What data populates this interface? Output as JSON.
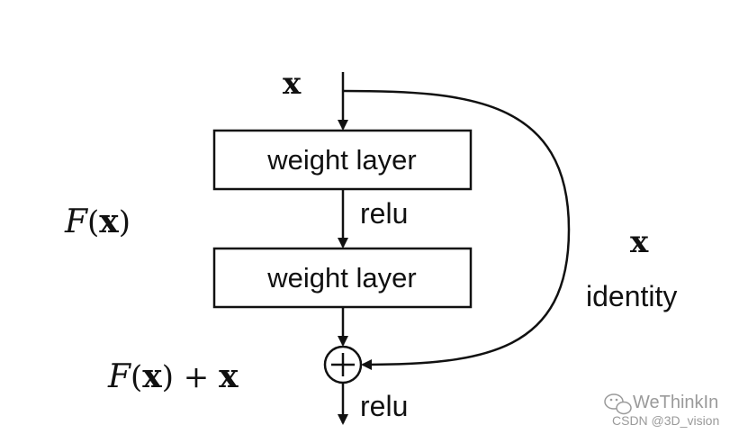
{
  "diagram": {
    "input_label": "x",
    "layer1_label": "weight layer",
    "layer2_label": "weight layer",
    "relu_mid_label": "relu",
    "relu_out_label": "relu",
    "residual_label": {
      "script_f": "F",
      "open": "(",
      "x": "x",
      "close": ")"
    },
    "sum_label": {
      "script_f": "F",
      "open": "(",
      "x": "x",
      "close": ")",
      "plus": " + ",
      "x2": "x"
    },
    "identity_x_label": "x",
    "identity_label": "identity",
    "sum_symbol": "+"
  },
  "watermark": {
    "brand": "WeThinkIn",
    "source": "CSDN @3D_vision"
  },
  "colors": {
    "ink": "#111111",
    "watermark": "#9a9a9a",
    "background": "#ffffff"
  }
}
